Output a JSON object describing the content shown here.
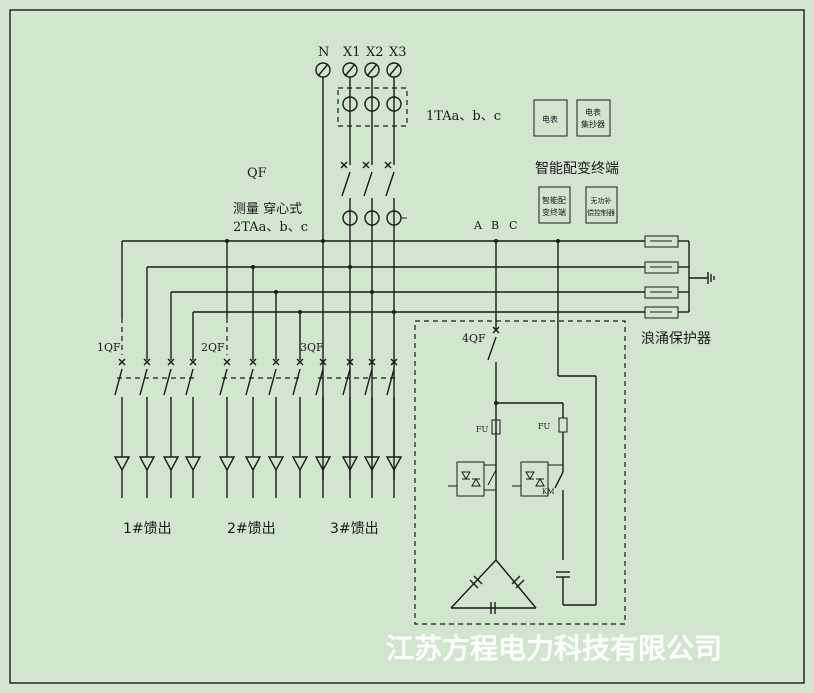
{
  "colors": {
    "background": "#d2e5cf",
    "line": "#1a1a1a",
    "watermark": "#ffffff"
  },
  "terminals": {
    "n": "N",
    "x1": "X1",
    "x2": "X2",
    "x3": "X3"
  },
  "labels": {
    "ct1": "1TAa、b、c",
    "qf": "QF",
    "measure": "测量 穿心式",
    "ct2": "2TAa、b、c",
    "phase_a": "A",
    "phase_b": "B",
    "phase_c": "C",
    "surge": "浪涌保护器",
    "qf1": "1QF",
    "qf2": "2QF",
    "qf3": "3QF",
    "qf4": "4QF",
    "fu1": "FU",
    "fu2": "FU",
    "km": "KM",
    "feeder1": "1#馈出",
    "feeder2": "2#馈出",
    "feeder3": "3#馈出",
    "terminal_group": "智能配变终端"
  },
  "devices": {
    "meter": {
      "line1": "电表"
    },
    "meter_collector": {
      "line1": "电表",
      "line2": "集抄器"
    },
    "smart_terminal": {
      "line1": "智能配",
      "line2": "变终端"
    },
    "var_controller": {
      "line1": "无功补",
      "line2": "偿控制器"
    }
  },
  "watermark": "江苏方程电力科技有限公司"
}
